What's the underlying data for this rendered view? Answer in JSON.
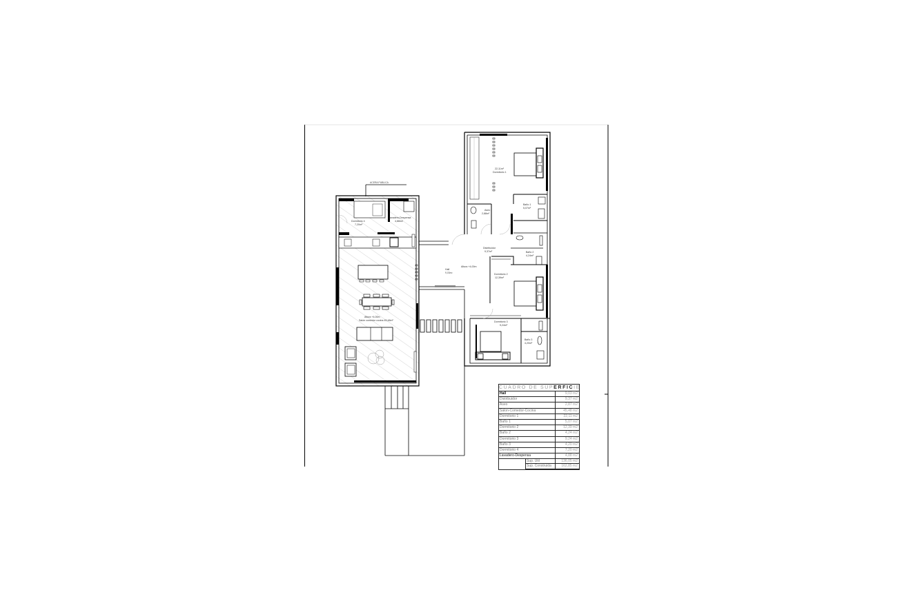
{
  "drawing": {
    "street_label": "ACERA PUBLICA",
    "rooms": [
      {
        "id": "dormitorio-1",
        "name": "Dormitorio 1",
        "area": "22,11m²"
      },
      {
        "id": "aseo",
        "name": "Aseo",
        "area": "2,88m²"
      },
      {
        "id": "bano-1",
        "name": "Baño 1",
        "area": "5,07m²"
      },
      {
        "id": "distribuidor",
        "name": "Distribuidor",
        "area": "9,37m²"
      },
      {
        "id": "bano-2",
        "name": "Baño 2",
        "area": "4,24m²"
      },
      {
        "id": "dormitorio-2",
        "name": "Dormitorio 2",
        "area": "12,39m²"
      },
      {
        "id": "dormitorio-3",
        "name": "Dormitorio 3",
        "area": "9,24m²"
      },
      {
        "id": "bano-3",
        "name": "Baño 3",
        "area": "4,20m²"
      },
      {
        "id": "hall",
        "name": "Hall",
        "area": "9,03m²"
      },
      {
        "id": "altura",
        "name": "Altura +4,00m",
        "area": ""
      },
      {
        "id": "dormitorio-4",
        "name": "Dormitorio 4",
        "area": "7,20m²"
      },
      {
        "id": "lavadero",
        "name": "Lavadero-Despensa",
        "area": "4,88m2"
      },
      {
        "id": "salon",
        "name": "Altura +4,00m",
        "area": "Salón comedor cocina 45,48m²"
      }
    ]
  },
  "surface_table": {
    "title_light": "CUADRO DE SUP",
    "title_bold": "ERFIC",
    "title_end": "IES",
    "rows": [
      {
        "name": "Hall",
        "value": "9,03 m2"
      },
      {
        "name": "Distribuidor",
        "value": "9,37 m2"
      },
      {
        "name": "Aseo",
        "value": "2,87 m2"
      },
      {
        "name": "Salon-Comedor-Cocina",
        "value": "45,48 m2"
      },
      {
        "name": "Dormitorio 1",
        "value": "22,11 m2"
      },
      {
        "name": "Baño 1",
        "value": "5,07 m2"
      },
      {
        "name": "Dormitorio 2",
        "value": "12,39 m2"
      },
      {
        "name": "Baño 2",
        "value": "4,24 m2"
      },
      {
        "name": "Dormitorio 3",
        "value": "9,24 m2"
      },
      {
        "name": "Baño 3",
        "value": "4,20 m2"
      },
      {
        "name": "Dormitorio 4",
        "value": "7,20 m2"
      },
      {
        "name": "Lavadero-Despensa",
        "value": "4,88 m2"
      }
    ],
    "totals": [
      {
        "name": "Sup. Util",
        "value": "136,05 m2"
      },
      {
        "name": "Sup. Construida",
        "value": "162,85 m2"
      }
    ]
  }
}
